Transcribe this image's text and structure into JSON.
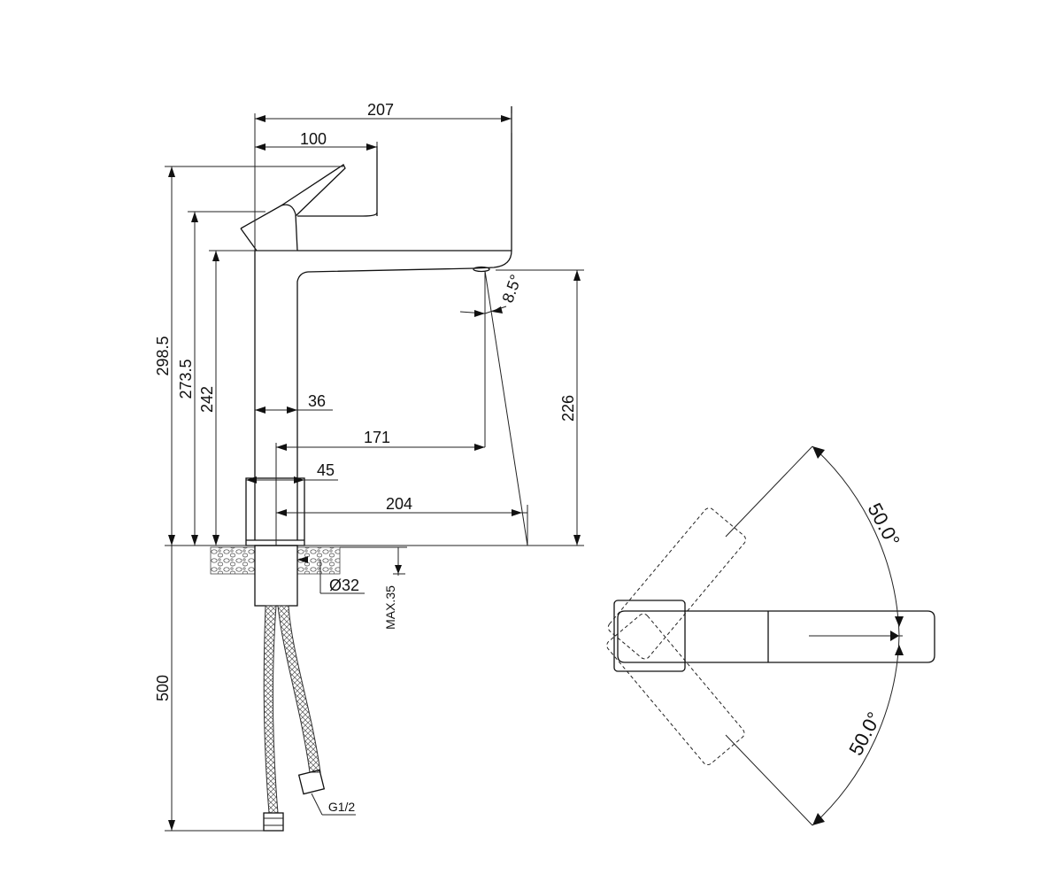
{
  "dimensions": {
    "overall_length": "207",
    "lever_length": "100",
    "total_height": "298.5",
    "lever_height": "273.5",
    "body_height": "242",
    "spout_clearance": "226",
    "body_width": "36",
    "spout_reach": "171",
    "base_width": "45",
    "reach_to_base": "204",
    "spout_angle": "8.5°",
    "mount_hole": "Ø32",
    "deck_thickness": "MAX.35",
    "hose_length": "500",
    "thread": "G1/2",
    "lever_angle_up": "50.0°",
    "lever_angle_down": "50.0°"
  },
  "icons": {
    "hatch_pattern": "gravel-hatch",
    "hose_pattern": "braided-hose"
  },
  "colors": {
    "line": "#111111",
    "background": "#ffffff"
  }
}
